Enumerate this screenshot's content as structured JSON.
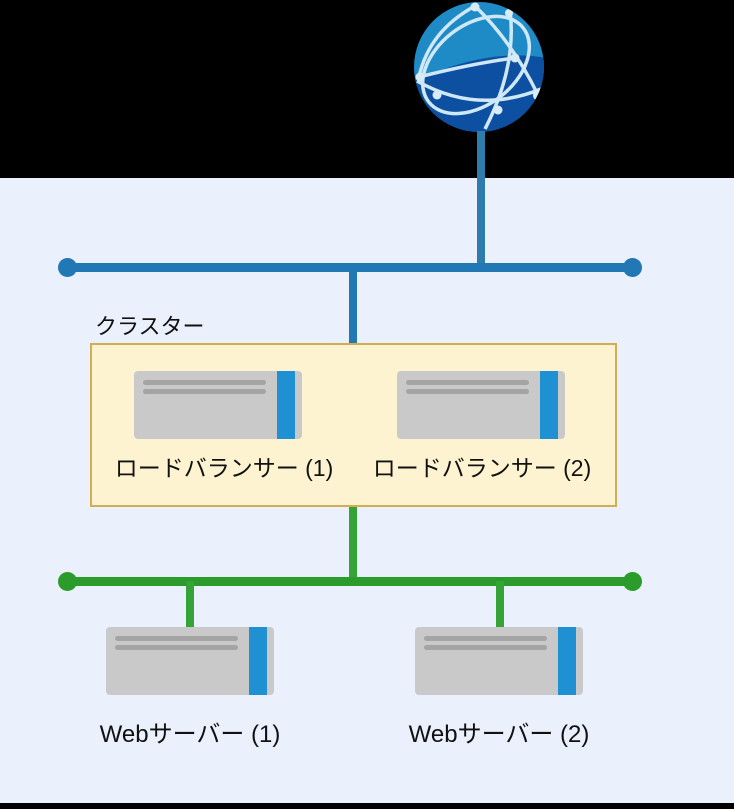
{
  "diagram": {
    "type": "network-architecture",
    "internet_icon": "internet-globe",
    "cluster": {
      "label": "クラスター",
      "load_balancers": [
        {
          "label": "ロードバランサー (1)"
        },
        {
          "label": "ロードバランサー (2)"
        }
      ]
    },
    "web_servers": [
      {
        "label": "Webサーバー (1)"
      },
      {
        "label": "Webサーバー (2)"
      }
    ],
    "networks": {
      "external": {
        "color": "#2277b5",
        "style": "bus-with-end-dots"
      },
      "internal": {
        "color": "#2b9b2b",
        "style": "bus-with-end-dots"
      }
    },
    "colors": {
      "background_top": "#000000",
      "background_main": "#eaf1fc",
      "background_bottom": "#000000",
      "globe_light_blue": "#1e8ac6",
      "globe_dark_blue": "#0d4fa0",
      "globe_mesh": "#cfe8f7",
      "globe_stem": "#2e7cab",
      "blue_network": "#2277b5",
      "green_network": "#2b9b2b",
      "green_connector": "#36a336",
      "cluster_fill": "#fdf3d1",
      "cluster_border": "#d1ad54",
      "server_body": "#c9c9c9",
      "server_detail_lines": "#a4a4a4",
      "server_stripe": "#1f90d2",
      "label_text": "#111111"
    }
  }
}
